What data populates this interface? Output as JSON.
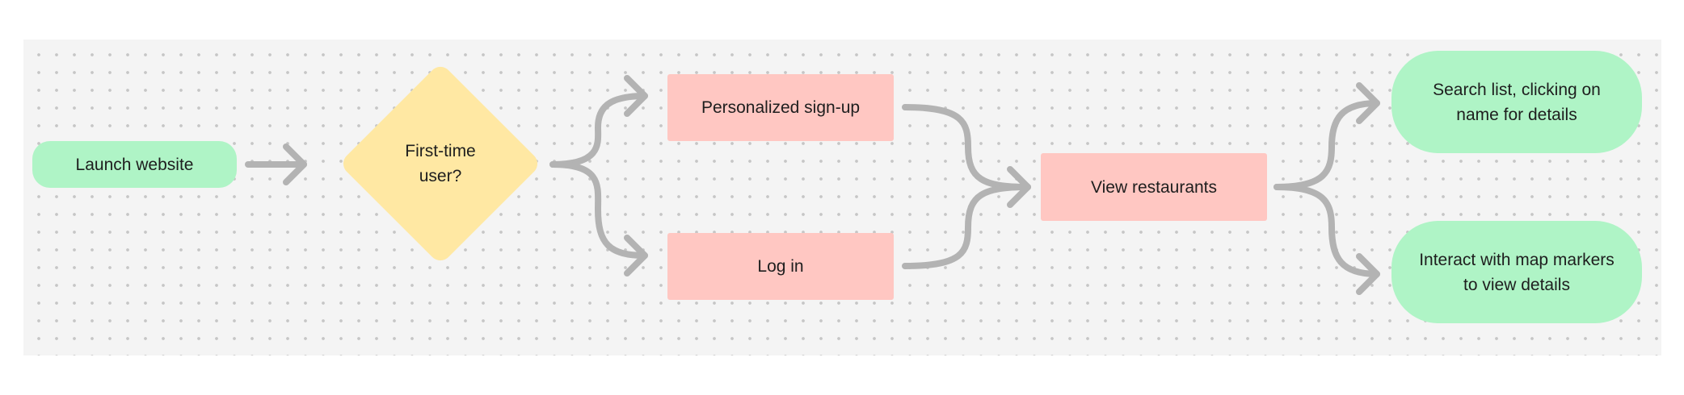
{
  "diagram": {
    "nodes": {
      "launch": {
        "label": "Launch website"
      },
      "first_time": {
        "label": "First-time user?"
      },
      "signup": {
        "label": "Personalized sign-up"
      },
      "login": {
        "label": "Log in"
      },
      "view": {
        "label": "View restaurants"
      },
      "search": {
        "label": "Search list, clicking on name for details"
      },
      "map": {
        "label": "Interact with map markers to view details"
      }
    },
    "edges": [
      {
        "from": "launch",
        "to": "first_time"
      },
      {
        "from": "first_time",
        "to": "signup"
      },
      {
        "from": "first_time",
        "to": "login"
      },
      {
        "from": "signup",
        "to": "view"
      },
      {
        "from": "login",
        "to": "view"
      },
      {
        "from": "view",
        "to": "search"
      },
      {
        "from": "view",
        "to": "map"
      }
    ],
    "colors": {
      "canvas": "#f4f4f4",
      "dot": "#c6c6c6",
      "terminal": "#aff4c6",
      "decision": "#ffe8a3",
      "process": "#ffc7c2",
      "connector": "#b3b3b3",
      "text": "#1e1e1e"
    }
  }
}
